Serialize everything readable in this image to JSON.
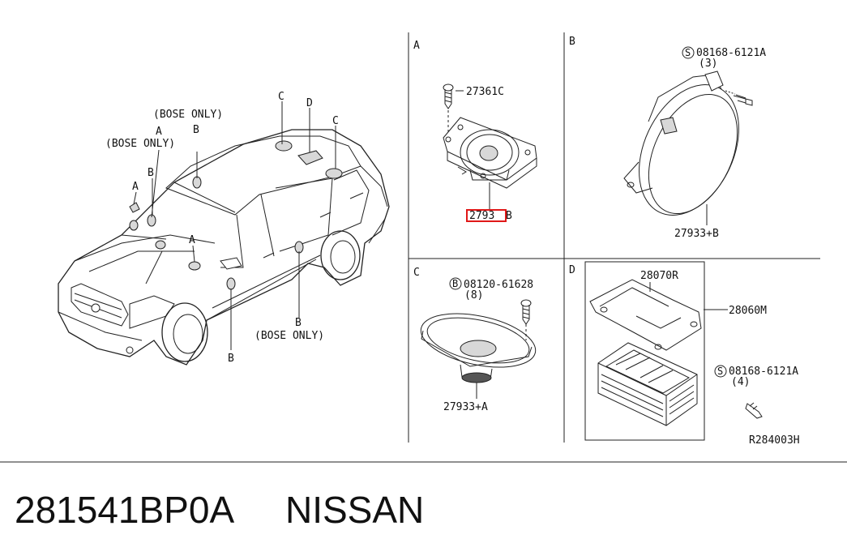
{
  "colors": {
    "ink": "#222222",
    "highlight": "#e01818"
  },
  "panels": {
    "a": {
      "letter": "A"
    },
    "b": {
      "letter": "B"
    },
    "c": {
      "letter": "C"
    },
    "d": {
      "letter": "D"
    }
  },
  "car_callouts": {
    "c_left": "C",
    "d_top": "D",
    "c_right": "C",
    "b_bose_top": "B",
    "b_bose_top_note": "(BOSE ONLY)",
    "a_bose": "A",
    "a_bose_note": "(BOSE ONLY)",
    "b_mid": "B",
    "a_left": "A",
    "a_mid": "A",
    "b_door": "B",
    "b_door_note": "(BOSE ONLY)",
    "b_bottom": "B"
  },
  "panel_a_parts": {
    "screw": "27361C",
    "speaker_highlighted": "2793",
    "speaker_suffix": "B"
  },
  "panel_b_parts": {
    "screw_code": "08168-6121A",
    "screw_symbol": "S",
    "screw_qty": "(3)",
    "speaker": "27933+B"
  },
  "panel_c_parts": {
    "bolt_code": "08120-61628",
    "bolt_symbol": "B",
    "bolt_qty": "(8)",
    "speaker": "27933+A"
  },
  "panel_d_parts": {
    "bracket": "28070R",
    "amplifier": "28060M",
    "screw_code": "08168-6121A",
    "screw_symbol": "S",
    "screw_qty": "(4)"
  },
  "diagram_ref": "R284003H",
  "footer": {
    "part_number": "281541BP0A",
    "brand": "NISSAN"
  }
}
